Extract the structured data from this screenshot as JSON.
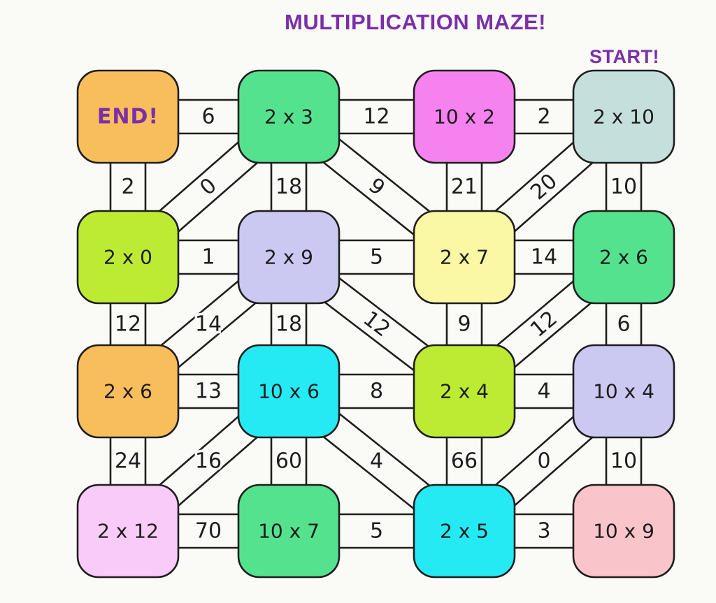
{
  "title": "MULTIPLICATION MAZE!",
  "start_label": "START!",
  "colors": {
    "background": "#FAFAF6",
    "title": "#7B2FA8",
    "line": "#1E1E1E",
    "cell_text": "#1C1C1C",
    "orange": "#F8BE5C",
    "green": "#55E28F",
    "magenta": "#F582EE",
    "teal": "#C5DFDC",
    "chartreuse": "#BDEB33",
    "lavender": "#CBC8F2",
    "pale_yellow": "#FAF7A5",
    "cyan": "#25E9F3",
    "pink_violet": "#F8CBF8",
    "light_pink": "#F9C5CA"
  },
  "maze": {
    "cells": [
      {
        "row": 0,
        "col": 0,
        "label": "END!",
        "color_key": "orange",
        "special": "end"
      },
      {
        "row": 0,
        "col": 1,
        "label": "2 x 3",
        "color_key": "green"
      },
      {
        "row": 0,
        "col": 2,
        "label": "10 x 2",
        "color_key": "magenta"
      },
      {
        "row": 0,
        "col": 3,
        "label": "2 x 10",
        "color_key": "teal"
      },
      {
        "row": 1,
        "col": 0,
        "label": "2 x 0",
        "color_key": "chartreuse"
      },
      {
        "row": 1,
        "col": 1,
        "label": "2 x 9",
        "color_key": "lavender"
      },
      {
        "row": 1,
        "col": 2,
        "label": "2 x 7",
        "color_key": "pale_yellow"
      },
      {
        "row": 1,
        "col": 3,
        "label": "2 x 6",
        "color_key": "green"
      },
      {
        "row": 2,
        "col": 0,
        "label": "2 x 6",
        "color_key": "orange"
      },
      {
        "row": 2,
        "col": 1,
        "label": "10 x 6",
        "color_key": "cyan"
      },
      {
        "row": 2,
        "col": 2,
        "label": "2 x 4",
        "color_key": "chartreuse"
      },
      {
        "row": 2,
        "col": 3,
        "label": "10 x 4",
        "color_key": "lavender"
      },
      {
        "row": 3,
        "col": 0,
        "label": "2 x 12",
        "color_key": "pink_violet"
      },
      {
        "row": 3,
        "col": 1,
        "label": "10 x 7",
        "color_key": "green"
      },
      {
        "row": 3,
        "col": 2,
        "label": "2 x 5",
        "color_key": "cyan"
      },
      {
        "row": 3,
        "col": 3,
        "label": "10 x 9",
        "color_key": "light_pink"
      }
    ],
    "horizontal_connectors": [
      {
        "row": 0,
        "cols": [
          0,
          1
        ],
        "value": "6"
      },
      {
        "row": 0,
        "cols": [
          1,
          2
        ],
        "value": "12"
      },
      {
        "row": 0,
        "cols": [
          2,
          3
        ],
        "value": "2"
      },
      {
        "row": 1,
        "cols": [
          0,
          1
        ],
        "value": "1"
      },
      {
        "row": 1,
        "cols": [
          1,
          2
        ],
        "value": "5"
      },
      {
        "row": 1,
        "cols": [
          2,
          3
        ],
        "value": "14"
      },
      {
        "row": 2,
        "cols": [
          0,
          1
        ],
        "value": "13"
      },
      {
        "row": 2,
        "cols": [
          1,
          2
        ],
        "value": "8"
      },
      {
        "row": 2,
        "cols": [
          2,
          3
        ],
        "value": "4"
      },
      {
        "row": 3,
        "cols": [
          0,
          1
        ],
        "value": "70"
      },
      {
        "row": 3,
        "cols": [
          1,
          2
        ],
        "value": "5"
      },
      {
        "row": 3,
        "cols": [
          2,
          3
        ],
        "value": "3"
      }
    ],
    "vertical_connectors": [
      {
        "col": 0,
        "rows": [
          0,
          1
        ],
        "value": "2"
      },
      {
        "col": 1,
        "rows": [
          0,
          1
        ],
        "value": "18"
      },
      {
        "col": 2,
        "rows": [
          0,
          1
        ],
        "value": "21"
      },
      {
        "col": 3,
        "rows": [
          0,
          1
        ],
        "value": "10"
      },
      {
        "col": 0,
        "rows": [
          1,
          2
        ],
        "value": "12"
      },
      {
        "col": 1,
        "rows": [
          1,
          2
        ],
        "value": "18"
      },
      {
        "col": 2,
        "rows": [
          1,
          2
        ],
        "value": "9"
      },
      {
        "col": 3,
        "rows": [
          1,
          2
        ],
        "value": "6"
      },
      {
        "col": 0,
        "rows": [
          2,
          3
        ],
        "value": "24"
      },
      {
        "col": 1,
        "rows": [
          2,
          3
        ],
        "value": "60"
      },
      {
        "col": 2,
        "rows": [
          2,
          3
        ],
        "value": "66"
      },
      {
        "col": 3,
        "rows": [
          2,
          3
        ],
        "value": "10"
      }
    ],
    "diagonal_connectors": [
      {
        "from": {
          "row": 0,
          "col": 1
        },
        "to": {
          "row": 1,
          "col": 0
        },
        "value": "0",
        "label_rotated": true
      },
      {
        "from": {
          "row": 0,
          "col": 1
        },
        "to": {
          "row": 1,
          "col": 2
        },
        "value": "9",
        "label_rotated": true
      },
      {
        "from": {
          "row": 0,
          "col": 3
        },
        "to": {
          "row": 1,
          "col": 2
        },
        "value": "20",
        "label_rotated": true
      },
      {
        "from": {
          "row": 1,
          "col": 1
        },
        "to": {
          "row": 2,
          "col": 0
        },
        "value": "14",
        "label_rotated": false
      },
      {
        "from": {
          "row": 1,
          "col": 1
        },
        "to": {
          "row": 2,
          "col": 2
        },
        "value": "12",
        "label_rotated": true
      },
      {
        "from": {
          "row": 1,
          "col": 3
        },
        "to": {
          "row": 2,
          "col": 2
        },
        "value": "12",
        "label_rotated": true
      },
      {
        "from": {
          "row": 2,
          "col": 1
        },
        "to": {
          "row": 3,
          "col": 0
        },
        "value": "16",
        "label_rotated": false
      },
      {
        "from": {
          "row": 2,
          "col": 1
        },
        "to": {
          "row": 3,
          "col": 2
        },
        "value": "4",
        "label_rotated": false
      },
      {
        "from": {
          "row": 2,
          "col": 3
        },
        "to": {
          "row": 3,
          "col": 2
        },
        "value": "0",
        "label_rotated": false
      }
    ]
  }
}
